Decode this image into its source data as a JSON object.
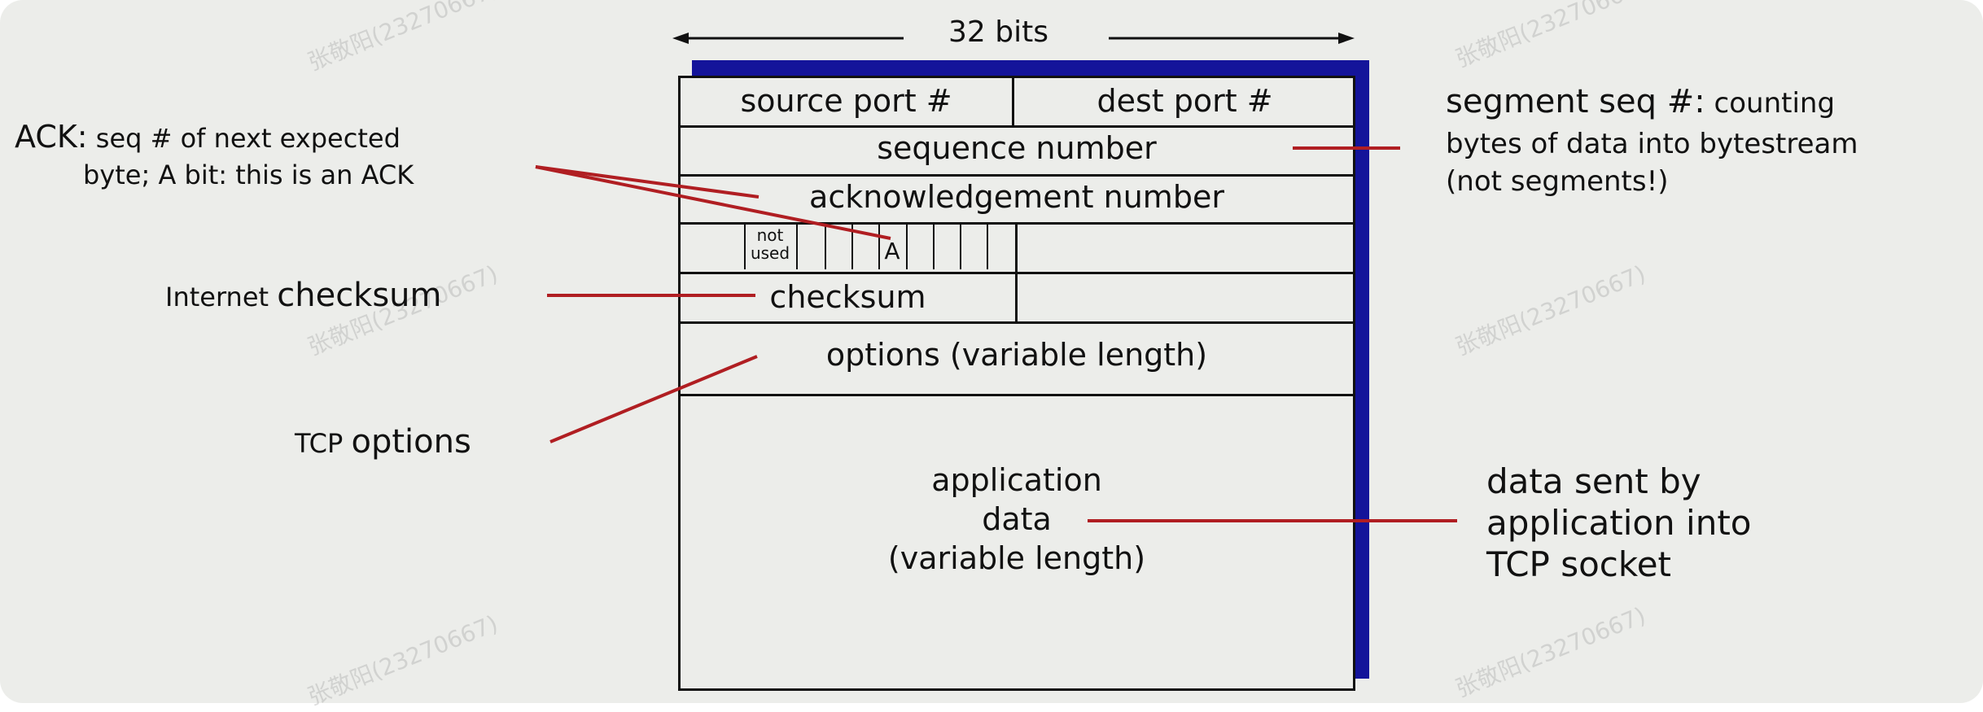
{
  "header": {
    "width_label": "32 bits"
  },
  "fields": {
    "source_port": "source port #",
    "dest_port": "dest port #",
    "sequence_number": "sequence number",
    "ack_number": "acknowledgement number",
    "not_used_1": "not",
    "not_used_2": "used",
    "a_bit": "A",
    "checksum": "checksum",
    "options": "options (variable length)",
    "app_data_1": "application",
    "app_data_2": "data",
    "app_data_3": "(variable length)"
  },
  "annotations": {
    "ack_bold": "ACK:",
    "ack_rest": " seq # of next expected",
    "ack_line2": "byte; A bit: this is an ACK",
    "checksum_prefix": "Internet ",
    "checksum_bold": "checksum",
    "options_prefix": "TCP ",
    "options_bold": "options",
    "seg_bold": "segment seq  #:",
    "seg_rest": " counting",
    "seg_line2": "bytes of data into bytestream",
    "seg_line3": "(not segments!)",
    "data_line1": "data sent by",
    "data_line2": "application into",
    "data_line3": "TCP socket"
  },
  "watermark": "张敬阳(23270667)",
  "colors": {
    "leader_line": "#b01e22",
    "shadow": "#14149a",
    "background": "#ecedea"
  }
}
